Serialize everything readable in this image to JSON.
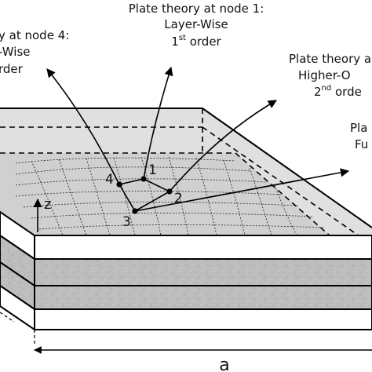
{
  "labels": {
    "node1_title": "Plate theory at node 1:",
    "node1_theory": "Layer-Wise",
    "node1_order_num": "1",
    "node1_order_sup": "st",
    "node1_order_word": " order",
    "node4_title": "y at node 4:",
    "node4_theory": "-Wise",
    "node4_order": "rder",
    "node2_title": "Plate theory a",
    "node2_theory": "Higher-O",
    "node2_order_num": "2",
    "node2_order_sup": "nd",
    "node2_order_word": " orde",
    "node3_title": "Pla",
    "node3_theory": "Fu"
  },
  "nodes": {
    "n1": "1",
    "n2": "2",
    "n3": "3",
    "n4": "4"
  },
  "axes": {
    "z": "z"
  },
  "dimensions": {
    "a": "a"
  },
  "colors": {
    "stroke": "#000000",
    "top_face": "#d6d6d6",
    "textured_layer": "#b9b9b9",
    "white_layer": "#ffffff"
  }
}
